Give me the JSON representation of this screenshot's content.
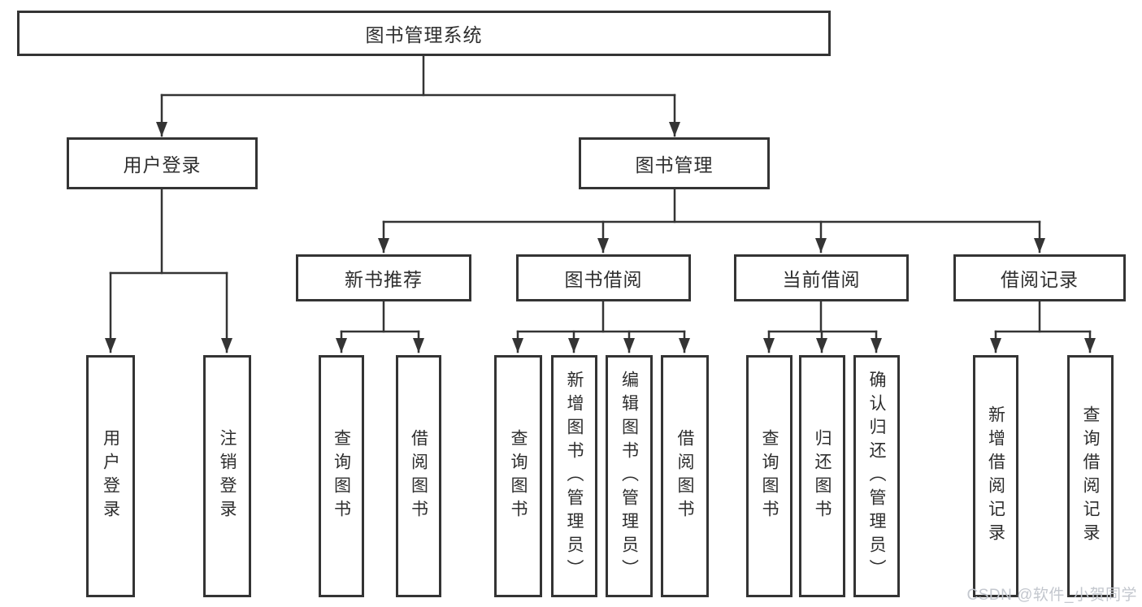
{
  "tree": {
    "label": "图书管理系统",
    "children": [
      {
        "label": "用户登录",
        "children": [
          {
            "label": "用户登录"
          },
          {
            "label": "注销登录"
          }
        ]
      },
      {
        "label": "图书管理",
        "children": [
          {
            "label": "新书推荐",
            "children": [
              {
                "label": "查询图书"
              },
              {
                "label": "借阅图书"
              }
            ]
          },
          {
            "label": "图书借阅",
            "children": [
              {
                "label": "查询图书"
              },
              {
                "label": "新增图书（管理员）"
              },
              {
                "label": "编辑图书（管理员）"
              },
              {
                "label": "借阅图书"
              }
            ]
          },
          {
            "label": "当前借阅",
            "children": [
              {
                "label": "查询图书"
              },
              {
                "label": "归还图书"
              },
              {
                "label": "确认归还（管理员）"
              }
            ]
          },
          {
            "label": "借阅记录",
            "children": [
              {
                "label": "新增借阅记录"
              },
              {
                "label": "查询借阅记录"
              }
            ]
          }
        ]
      }
    ]
  },
  "watermark": {
    "text": "CSDN @软件_小贺同学"
  },
  "colors": {
    "line": "#343434",
    "box_border": "#343434",
    "text": "#2e2e2e",
    "box_background": "#ffffff",
    "page_background": "#ffffff",
    "watermark": "#c3c7ce"
  }
}
